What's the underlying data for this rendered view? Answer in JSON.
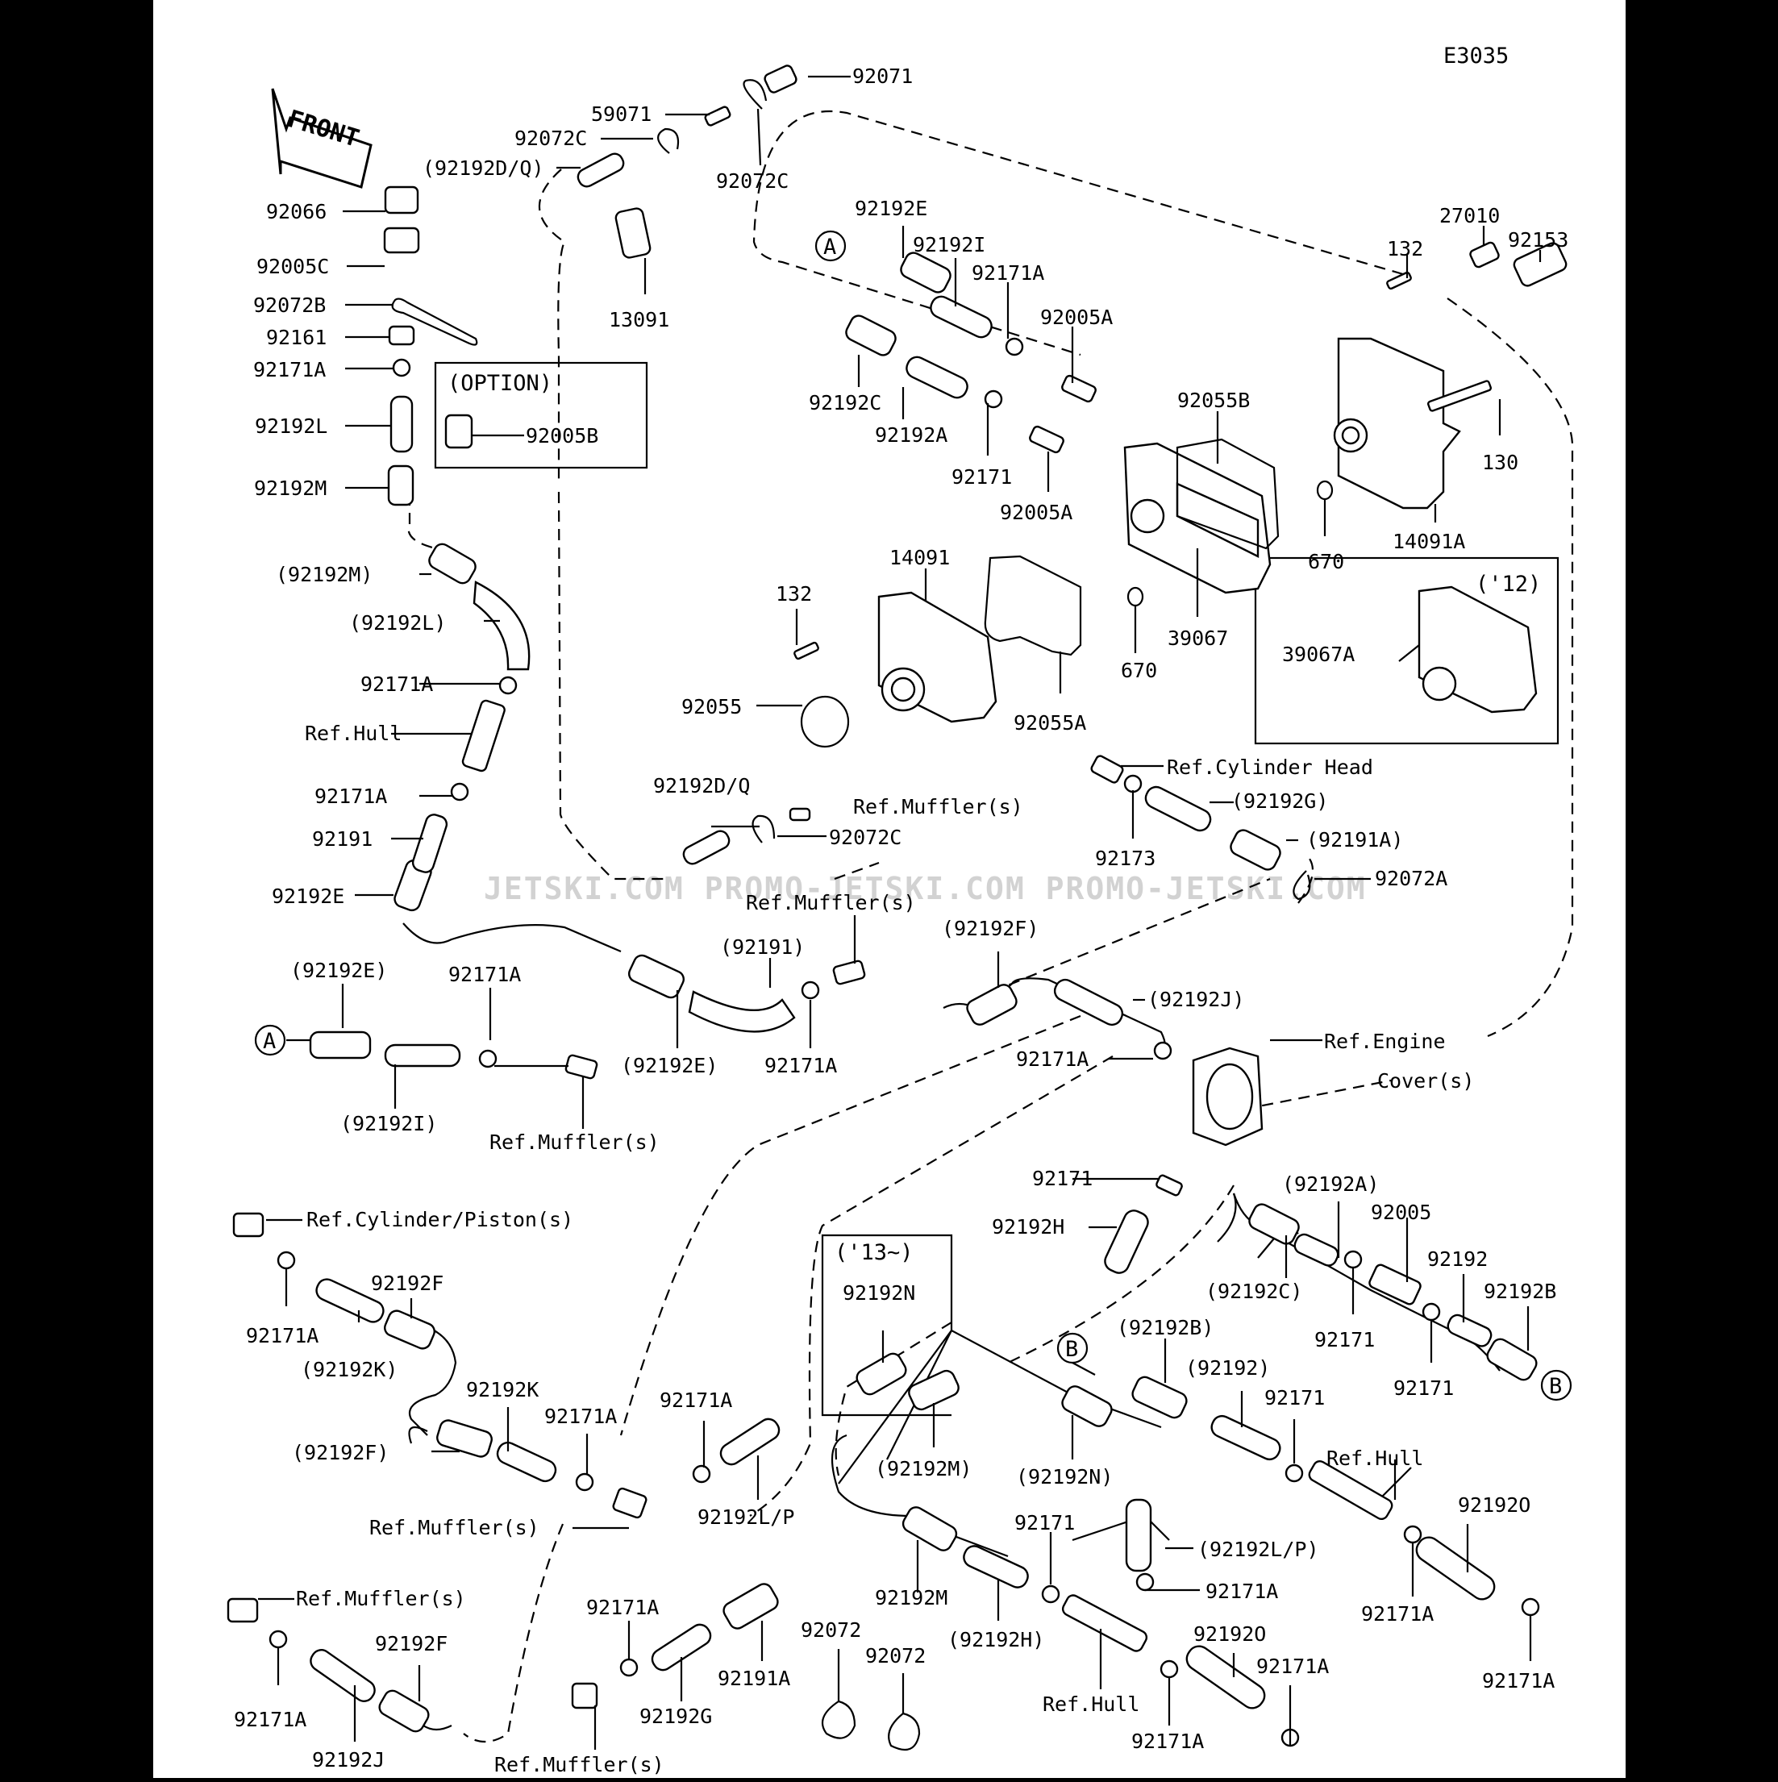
{
  "diagram_code": "E3035",
  "front_label": "FRONT",
  "option_label": "(OPTION)",
  "year12_label": "('12)",
  "year13_label": "('13~)",
  "watermark": "JETSKI.COM   PROMO-JETSKI.COM   PROMO-JETSKI.COM",
  "callout_a": "A",
  "callout_b": "B",
  "parts": {
    "p92071": "92071",
    "p59071": "59071",
    "p92072C_top": "92072C",
    "p92192DQ_paren": "(92192D/Q)",
    "p92072C_right": "92072C",
    "p92066": "92066",
    "p92005C": "92005C",
    "p92072B": "92072B",
    "p92161": "92161",
    "p92171A_1": "92171A",
    "p92192L": "92192L",
    "p92192M": "92192M",
    "p13091": "13091",
    "p92005B": "92005B",
    "p92192E_top": "92192E",
    "p92192I_top": "92192I",
    "p92171A_top": "92171A",
    "p92005A_top": "92005A",
    "p92192C_top": "92192C",
    "p92192A_top": "92192A",
    "p92171_top": "92171",
    "p92005A_mid": "92005A",
    "p92055B": "92055B",
    "p132_right": "132",
    "p27010": "27010",
    "p92153": "92153",
    "p130": "130",
    "p14091A": "14091A",
    "p670_right": "670",
    "p670_mid": "670",
    "p39067": "39067",
    "p39067A": "39067A",
    "p14091": "14091",
    "p132_left": "132",
    "p92055": "92055",
    "p92055A": "92055A",
    "p92192M_paren": "(92192M)",
    "p92192L_paren": "(92192L)",
    "p92171A_2": "92171A",
    "ref_hull_1": "Ref.Hull",
    "p92171A_3": "92171A",
    "p92191": "92191",
    "p92192E_left": "92192E",
    "ref_cyl_head": "Ref.Cylinder Head",
    "p92192G_paren": "(92192G)",
    "p92173": "92173",
    "p92191A_paren": "(92191A)",
    "p92072A": "92072A",
    "p92192DQ_mid": "92192D/Q",
    "ref_muffler_1": "Ref.Muffler(s)",
    "p92072C_mid": "92072C",
    "ref_muffler_2": "Ref.Muffler(s)",
    "p92191_paren": "(92191)",
    "p92192F_top": "(92192F)",
    "p92192J_paren": "(92192J)",
    "p92192E_paren": "(92192E)",
    "p92171A_4": "92171A",
    "p92192E_paren2": "(92192E)",
    "p92171A_5": "92171A",
    "p92171A_6": "92171A",
    "ref_engine_cover_1": "Ref.Engine",
    "ref_engine_cover_2": "Cover(s)",
    "p92192I_paren": "(92192I)",
    "ref_muffler_3": "Ref.Muffler(s)",
    "p92171_mid": "92171",
    "p92192H": "92192H",
    "p92192A_paren": "(92192A)",
    "p92005": "92005",
    "p92192": "92192",
    "p92192B": "92192B",
    "p92192C_paren": "(92192C)",
    "p92171_r1": "92171",
    "p92171_r2": "92171",
    "ref_cyl_piston": "Ref.Cylinder/Piston(s)",
    "p92192F_1": "92192F",
    "p92171A_7": "92171A",
    "p92192K_paren": "(92192K)",
    "p92192K": "92192K",
    "p92192F_paren2": "(92192F)",
    "p92171A_8": "92171A",
    "ref_muffler_4": "Ref.Muffler(s)",
    "p92171A_9": "92171A",
    "p92192LP_1": "92192L/P",
    "p92192N": "92192N",
    "p92192M_paren2": "(92192M)",
    "p92192N_paren": "(92192N)",
    "p92192B_paren": "(92192B)",
    "p92192_paren": "(92192)",
    "p92171_r3": "92171",
    "ref_hull_2": "Ref.Hull",
    "p92192O_1": "92192O",
    "p92192LP_paren": "(92192L/P)",
    "p92171A_10": "92171A",
    "p92171A_11": "92171A",
    "p92171A_12": "92171A",
    "p92171_r4": "92171",
    "ref_muffler_5": "Ref.Muffler(s)",
    "p92192F_2": "92192F",
    "p92171A_13": "92171A",
    "p92192J": "92192J",
    "p92171A_14": "92171A",
    "p92192G": "92192G",
    "p92191A": "92191A",
    "ref_muffler_6": "Ref.Muffler(s)",
    "p92072_1": "92072",
    "p92072_2": "92072",
    "p92192M_b": "92192M",
    "p92192H_paren": "(92192H)",
    "ref_hull_3": "Ref.Hull",
    "p92192O_2": "92192O",
    "p92171A_15": "92171A",
    "p92171A_16": "92171A"
  }
}
